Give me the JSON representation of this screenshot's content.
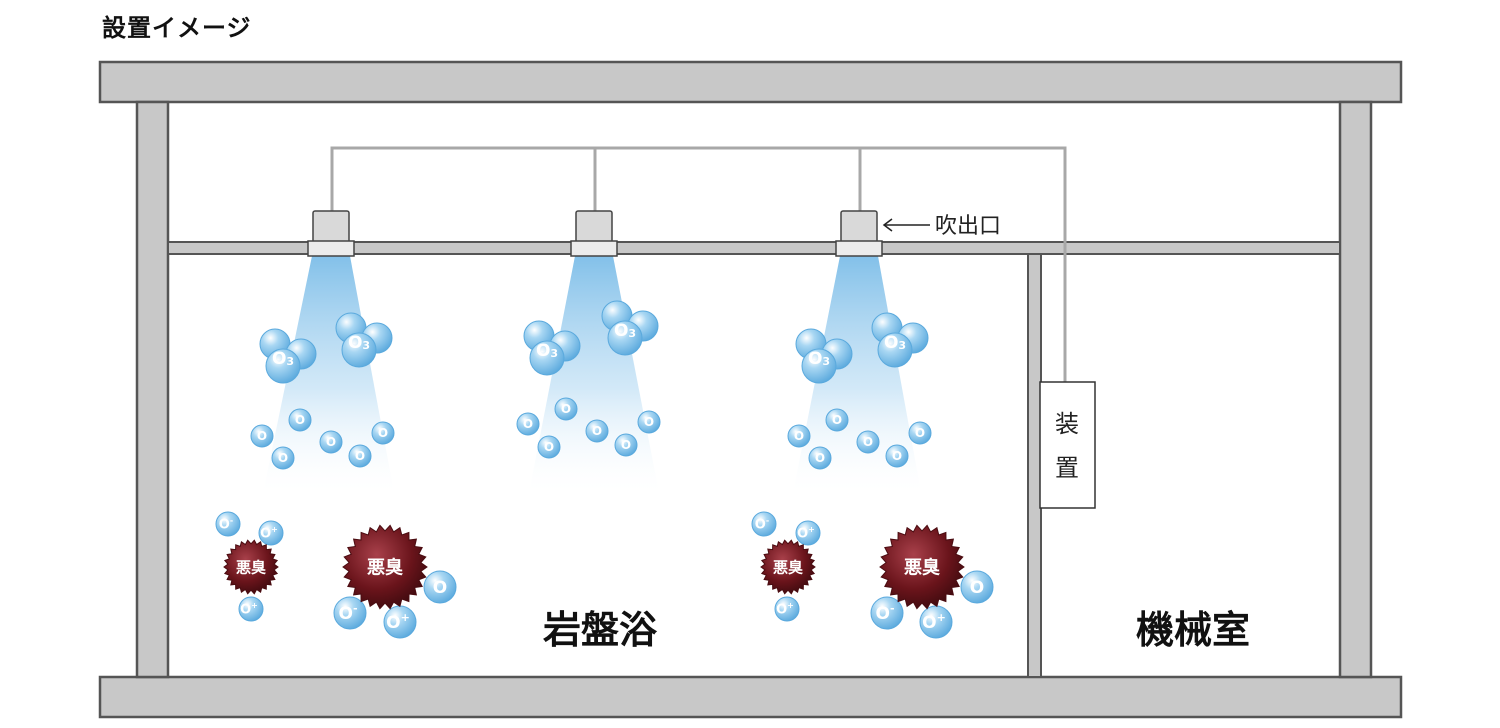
{
  "title": "設置イメージ",
  "labels": {
    "outlet": "吹出口",
    "device_line1": "装",
    "device_line2": "置",
    "bath_room": "岩盤浴",
    "machine_room": "機械室"
  },
  "molecules": {
    "ozone_main": "O",
    "ozone_sub": "3",
    "oxygen_atom": "O",
    "ion_neg": "-",
    "ion_pos": "+",
    "odor": "悪臭"
  },
  "colors": {
    "structure_fill": "#c8c8c8",
    "structure_stroke": "#555555",
    "pipe": "#a8a8a8",
    "spray": "#8cc4ea",
    "bubble": "#76bde6",
    "odor": "#6e1a1f"
  }
}
